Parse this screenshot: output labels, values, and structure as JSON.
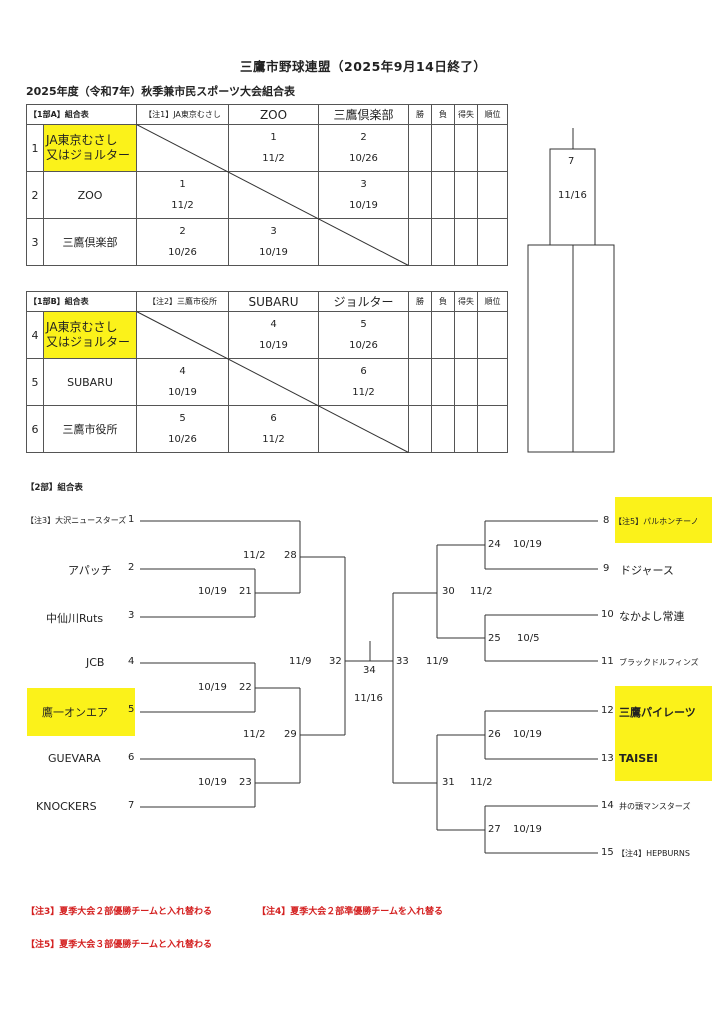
{
  "header": {
    "title": "三鷹市野球連盟（2025年9月14日終了）",
    "subtitle": "2025年度（令和7年）秋季兼市民スポーツ大会組合表"
  },
  "league_a": {
    "label": "【1部A】組合表",
    "note": "【注1】JA東京むさし",
    "col_teams": [
      "ZOO",
      "三鷹倶楽部"
    ],
    "stat_headers": [
      "勝",
      "負",
      "得失",
      "順位"
    ],
    "rows": [
      {
        "no": "1",
        "team": "JA東京むさし又はジョルター",
        "highlight": true,
        "cells": [
          null,
          {
            "game": "1",
            "date": "11/2"
          },
          {
            "game": "2",
            "date": "10/26"
          }
        ]
      },
      {
        "no": "2",
        "team": "ZOO",
        "highlight": false,
        "cells": [
          {
            "game": "1",
            "date": "11/2"
          },
          null,
          {
            "game": "3",
            "date": "10/19"
          }
        ]
      },
      {
        "no": "3",
        "team": "三鷹倶楽部",
        "highlight": false,
        "cells": [
          {
            "game": "2",
            "date": "10/26"
          },
          {
            "game": "3",
            "date": "10/19"
          },
          null
        ]
      }
    ]
  },
  "league_b": {
    "label": "【1部B】組合表",
    "note": "【注2】三鷹市役所",
    "col_teams": [
      "SUBARU",
      "ジョルター"
    ],
    "stat_headers": [
      "勝",
      "負",
      "得失",
      "順位"
    ],
    "rows": [
      {
        "no": "4",
        "team": "JA東京むさし又はジョルター",
        "highlight": true,
        "cells": [
          null,
          {
            "game": "4",
            "date": "10/19"
          },
          {
            "game": "5",
            "date": "10/26"
          }
        ]
      },
      {
        "no": "5",
        "team": "SUBARU",
        "highlight": false,
        "cells": [
          {
            "game": "4",
            "date": "10/19"
          },
          null,
          {
            "game": "6",
            "date": "11/2"
          }
        ]
      },
      {
        "no": "6",
        "team": "三鷹市役所",
        "highlight": false,
        "cells": [
          {
            "game": "5",
            "date": "10/26"
          },
          {
            "game": "6",
            "date": "11/2"
          },
          null
        ]
      }
    ]
  },
  "final_1bu": {
    "game": "7",
    "date": "11/16"
  },
  "division2": {
    "label": "【2部】組合表",
    "teams_left": [
      {
        "no": "1",
        "name": "【注3】大沢ニュースターズ",
        "small": true
      },
      {
        "no": "2",
        "name": "アパッチ"
      },
      {
        "no": "3",
        "name": "中仙川Ruts"
      },
      {
        "no": "4",
        "name": "JCB"
      },
      {
        "no": "5",
        "name": "鷹一オンエア",
        "highlight": true
      },
      {
        "no": "6",
        "name": "GUEVARA"
      },
      {
        "no": "7",
        "name": "KNOCKERS"
      }
    ],
    "teams_right": [
      {
        "no": "8",
        "name": "【注5】パルホンチーノ",
        "small": true,
        "highlight": true
      },
      {
        "no": "9",
        "name": "ドジャース"
      },
      {
        "no": "10",
        "name": "なかよし常連"
      },
      {
        "no": "11",
        "name": "ブラックドルフィンズ",
        "small": true
      },
      {
        "no": "12",
        "name": "三鷹パイレーツ",
        "highlight": true
      },
      {
        "no": "13",
        "name": "TAISEI",
        "highlight": true
      },
      {
        "no": "14",
        "name": "井の頭マンスターズ",
        "small": true
      },
      {
        "no": "15",
        "name": "【注4】HEPBURNS",
        "small": true
      }
    ],
    "games": {
      "g21": {
        "game": "21",
        "date": "10/19"
      },
      "g22": {
        "game": "22",
        "date": "10/19"
      },
      "g23": {
        "game": "23",
        "date": "10/19"
      },
      "g24": {
        "game": "24",
        "date": "10/19"
      },
      "g25": {
        "game": "25",
        "date": "10/5"
      },
      "g26": {
        "game": "26",
        "date": "10/19"
      },
      "g27": {
        "game": "27",
        "date": "10/19"
      },
      "g28": {
        "game": "28",
        "date": "11/2"
      },
      "g29": {
        "game": "29",
        "date": "11/2"
      },
      "g30": {
        "game": "30",
        "date": "11/2"
      },
      "g31": {
        "game": "31",
        "date": "11/2"
      },
      "g32": {
        "game": "32",
        "date": "11/9"
      },
      "g33": {
        "game": "33",
        "date": "11/9"
      },
      "g34": {
        "game": "34",
        "date": "11/16"
      }
    }
  },
  "notes": [
    "【注3】夏季大会２部優勝チームと入れ替わる",
    "【注4】夏季大会２部準優勝チームを入れ替る",
    "【注5】夏季大会３部優勝チームと入れ替わる"
  ],
  "colors": {
    "highlight": "#fbf21a",
    "note_red": "#d42020"
  }
}
